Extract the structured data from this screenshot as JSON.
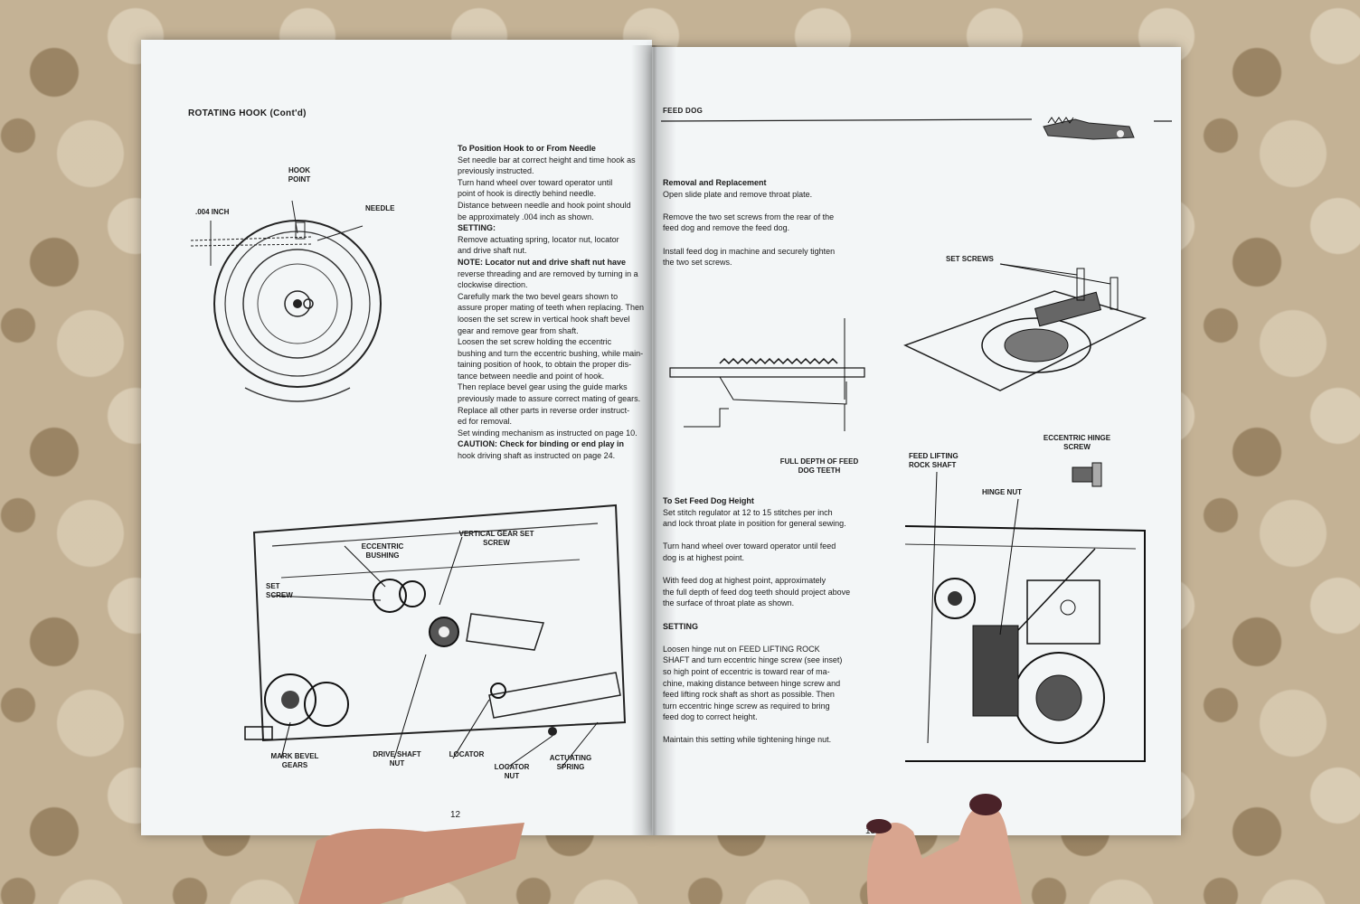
{
  "left_page": {
    "heading": "ROTATING HOOK (Cont'd)",
    "page_number": "12",
    "text_blocks": [
      {
        "style": "b",
        "text": "To Position Hook to or From Needle"
      },
      {
        "text": "Set needle bar at correct height and time hook as"
      },
      {
        "text": "previously instructed."
      },
      {
        "text": "Turn hand wheel over toward operator until"
      },
      {
        "text": "point of hook is directly behind needle."
      },
      {
        "text": "Distance between needle and hook point should"
      },
      {
        "text": "be approximately .004 inch as shown."
      },
      {
        "style": "b",
        "text": "SETTING:"
      },
      {
        "text": "Remove actuating spring, locator nut, locator"
      },
      {
        "text": "and drive shaft nut."
      },
      {
        "style": "b",
        "text": "NOTE: Locator nut and drive shaft nut have"
      },
      {
        "text": "reverse threading and are removed by turning in a"
      },
      {
        "text": "clockwise direction."
      },
      {
        "text": "Carefully mark the two bevel gears shown to"
      },
      {
        "text": "assure proper mating of teeth when replacing. Then"
      },
      {
        "text": "loosen the set screw in vertical hook shaft bevel"
      },
      {
        "text": "gear and remove gear from shaft."
      },
      {
        "text": "Loosen the set screw holding the eccentric"
      },
      {
        "text": "bushing and turn the eccentric bushing, while main-"
      },
      {
        "text": "taining position of hook, to obtain the proper dis-"
      },
      {
        "text": "tance between needle and point of hook."
      },
      {
        "text": "Then replace bevel gear using the guide marks"
      },
      {
        "text": "previously made to assure correct mating of gears."
      },
      {
        "text": "Replace all other parts in reverse order instruct-"
      },
      {
        "text": "ed for removal."
      },
      {
        "text": "Set winding mechanism as instructed on page 10."
      },
      {
        "style": "b",
        "text": "CAUTION: Check for binding or end play in"
      },
      {
        "text": "hook driving shaft as instructed on page 24."
      }
    ],
    "diagram1_labels": {
      "hook_point": "HOOK POINT",
      "inch": ".004 INCH",
      "needle": "NEEDLE"
    },
    "diagram2_labels": {
      "vertical_gear": "VERTICAL GEAR SET SCREW",
      "eccentric": "ECCENTRIC BUSHING",
      "set_screw": "SET SCREW",
      "mark_bevel": "MARK BEVEL GEARS",
      "drive_shaft": "DRIVE SHAFT NUT",
      "locator": "LOCATOR",
      "locator_nut": "LOCATOR NUT",
      "actuating": "ACTUATING SPRING"
    }
  },
  "right_page": {
    "heading": "FEED DOG",
    "page_number": "13",
    "text_blocks": [
      {
        "style": "b",
        "text": "Removal and Replacement"
      },
      {
        "text": "Open slide plate and remove throat plate."
      },
      {
        "text": ""
      },
      {
        "text": "Remove the two set screws from the rear of the"
      },
      {
        "text": "feed dog and remove the feed dog."
      },
      {
        "text": ""
      },
      {
        "text": "Install feed dog in machine and securely tighten"
      },
      {
        "text": "the two set screws."
      }
    ],
    "text_blocks_2": [
      {
        "style": "b",
        "text": "To Set Feed Dog Height"
      },
      {
        "text": "Set stitch regulator at 12 to 15 stitches per inch"
      },
      {
        "text": "and lock throat plate in position for general sewing."
      },
      {
        "text": ""
      },
      {
        "text": "Turn hand wheel over toward operator until feed"
      },
      {
        "text": "dog is at highest point."
      },
      {
        "text": ""
      },
      {
        "text": "With feed dog at highest point, approximately"
      },
      {
        "text": "the full depth of feed dog teeth should project above"
      },
      {
        "text": "the surface of throat plate as shown."
      },
      {
        "text": ""
      },
      {
        "style": "b",
        "text": "SETTING"
      },
      {
        "text": ""
      },
      {
        "text": "Loosen hinge nut on FEED LIFTING ROCK"
      },
      {
        "text": "SHAFT and turn eccentric hinge screw (see inset)"
      },
      {
        "text": "so high point of eccentric is toward rear of ma-"
      },
      {
        "text": "chine, making distance between hinge screw and"
      },
      {
        "text": "feed lifting rock shaft as short as possible. Then"
      },
      {
        "text": "turn eccentric hinge screw as required to bring"
      },
      {
        "text": "feed dog to correct height."
      },
      {
        "text": ""
      },
      {
        "text": "Maintain this setting while tightening hinge nut."
      }
    ],
    "labels": {
      "set_screws": "SET SCREWS",
      "full_depth": "FULL DEPTH OF FEED DOG TEETH",
      "eccentric_hinge": "ECCENTRIC HINGE SCREW",
      "feed_lifting": "FEED LIFTING ROCK SHAFT",
      "hinge_nut": "HINGE NUT"
    }
  },
  "colors": {
    "paper": "#f3f6f7",
    "ink": "#1a1a1a",
    "nail": "#4a2228",
    "skin": "#d9a58f"
  }
}
